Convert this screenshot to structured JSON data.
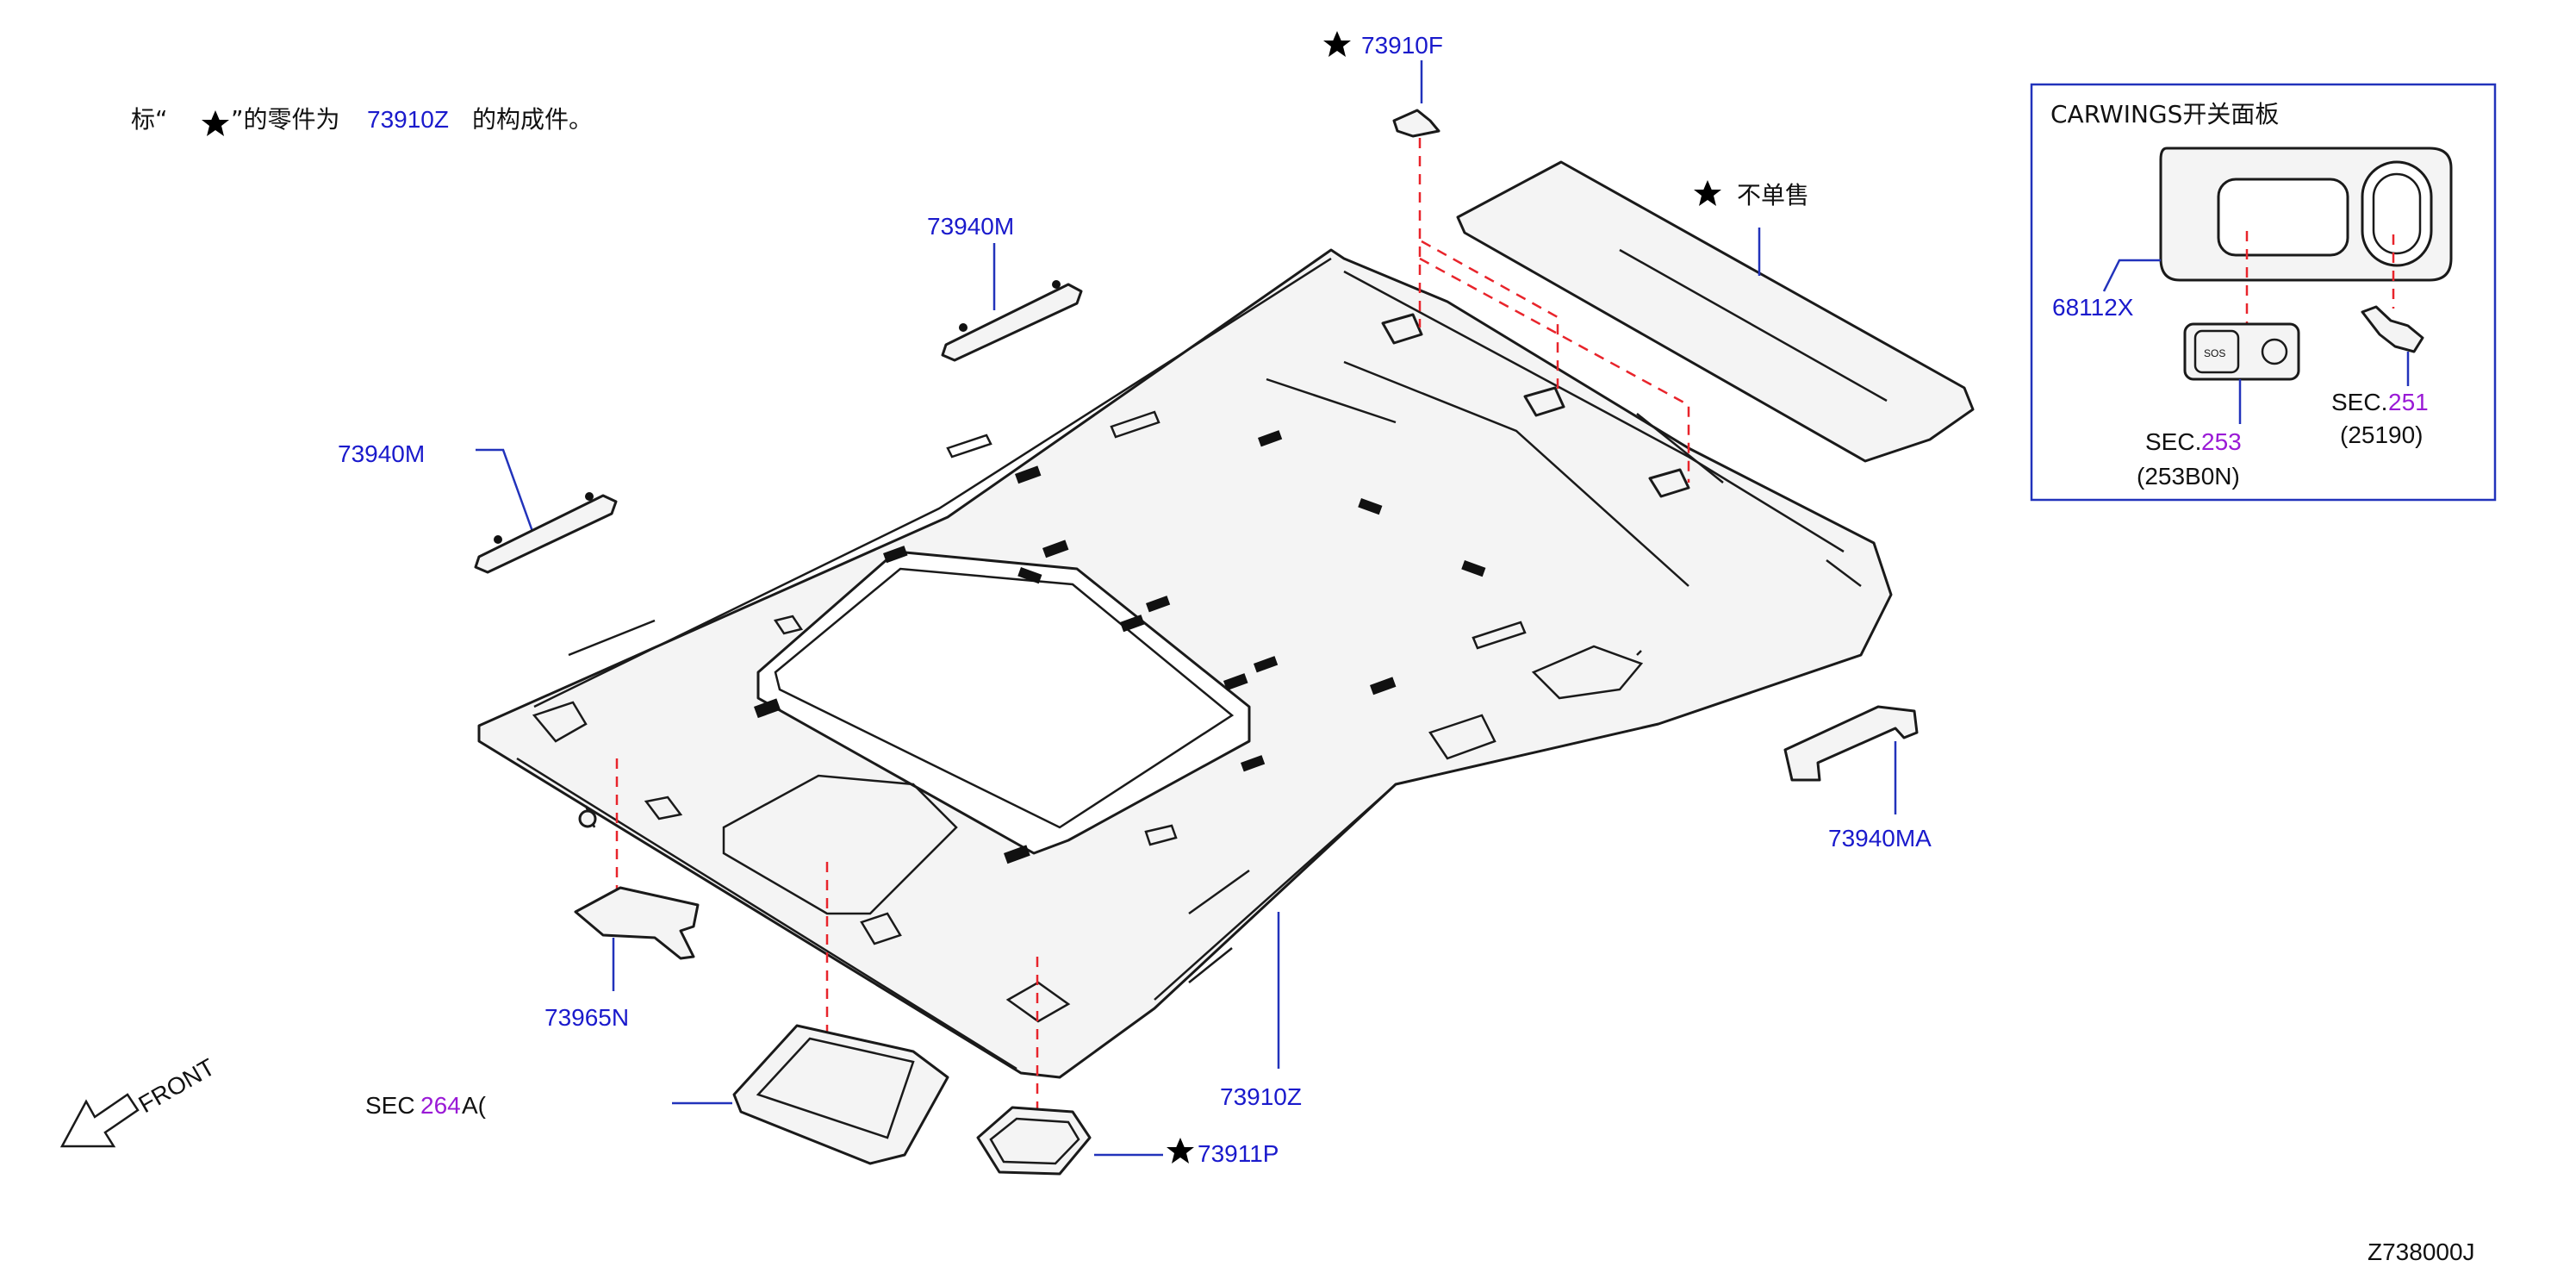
{
  "note": {
    "prefix": "标“",
    "suffix": "”的零件为",
    "part": "73910Z",
    "tail": "的构成件。"
  },
  "labels": {
    "p73910F": "73910F",
    "p73940M_top": "73940M",
    "p73940M_left": "73940M",
    "not_sold": "不单售",
    "p73940MA": "73940MA",
    "p73965N": "73965N",
    "p73910Z": "73910Z",
    "p73911P": "73911P",
    "front": "FRONT",
    "sec264_a": "SEC",
    "sec264_b": "264",
    "sec264_c": "A(",
    "drawing_no": "Z738000J"
  },
  "inset": {
    "title": "CARWINGS开关面板",
    "p68112X": "68112X",
    "sec253_a": "SEC.",
    "sec253_b": "253",
    "sec253_sub": "(253B0N)",
    "sec251_a": "SEC.",
    "sec251_b": "251",
    "sec251_sub": "(25190)",
    "btn_sos": "SOS"
  },
  "colors": {
    "part_number": "#1a1acc",
    "section_number": "#9a1ad6",
    "leader": "#2233bb",
    "dashed_guide": "#e8242b",
    "star": "#000000"
  },
  "icons": [
    "star-icon",
    "front-arrow-icon"
  ]
}
